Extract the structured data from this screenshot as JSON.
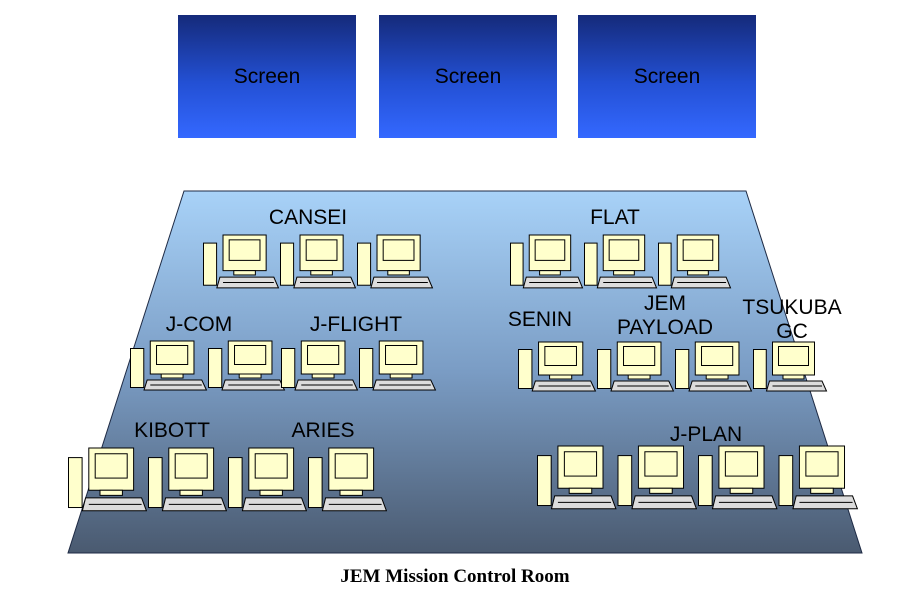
{
  "screens": [
    {
      "label": "Screen"
    },
    {
      "label": "Screen"
    },
    {
      "label": "Screen"
    }
  ],
  "groups": [
    {
      "label": "CANSEI",
      "workstations": 3
    },
    {
      "label": "FLAT",
      "workstations": 3
    },
    {
      "label": "J-COM",
      "workstations": 2
    },
    {
      "label": "J-FLIGHT",
      "workstations": 2
    },
    {
      "label": "SENIN",
      "workstations": 1
    },
    {
      "label": "JEM\nPAYLOAD",
      "workstations": 2
    },
    {
      "label": "TSUKUBA\nGC",
      "workstations": 1
    },
    {
      "label": "KIBOTT",
      "workstations": 2
    },
    {
      "label": "ARIES",
      "workstations": 2
    },
    {
      "label": "J-PLAN",
      "workstations": 4
    }
  ],
  "caption": "JEM Mission Control Room",
  "colors": {
    "screen_top": "#152a7a",
    "screen_bottom": "#3468ff",
    "floor_top": "#a8d2f8",
    "floor_bottom": "#4a5a70",
    "monitor": "#ffffcc"
  }
}
